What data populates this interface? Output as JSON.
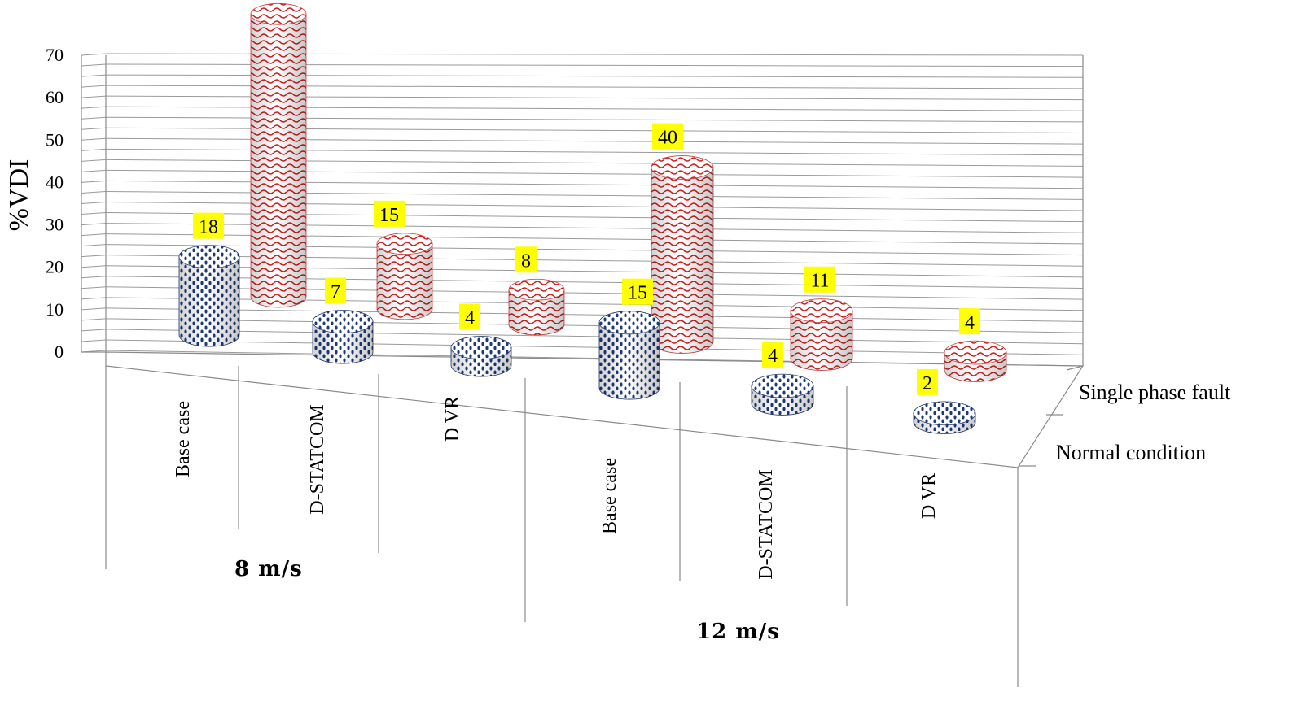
{
  "chart_data": {
    "type": "bar",
    "ylabel": "%VDI",
    "ylim": [
      0,
      70
    ],
    "y_ticks": [
      "0",
      "10",
      "20",
      "30",
      "40",
      "50",
      "60",
      "70"
    ],
    "groups": [
      {
        "label": "8    m/s",
        "categories": [
          "Base case",
          "D-STATCOM",
          "D VR"
        ]
      },
      {
        "label": "12   m/s",
        "categories": [
          "Base case",
          "D-STATCOM",
          "D VR"
        ]
      }
    ],
    "categories": [
      "Base case",
      "D-STATCOM",
      "D VR",
      "Base case",
      "D-STATCOM",
      "D VR"
    ],
    "series": [
      {
        "name": "Normal condition",
        "values": [
          18,
          7,
          4,
          15,
          4,
          2
        ],
        "color": "#1f3a7a",
        "pattern": "dots"
      },
      {
        "name": "Single phase fault",
        "values": [
          65,
          15,
          8,
          40,
          11,
          4
        ],
        "color": "#d11a1a",
        "pattern": "waves"
      }
    ],
    "data_label_background": "#ffff00",
    "grid": true,
    "legend_position": "right-depth-axis"
  }
}
